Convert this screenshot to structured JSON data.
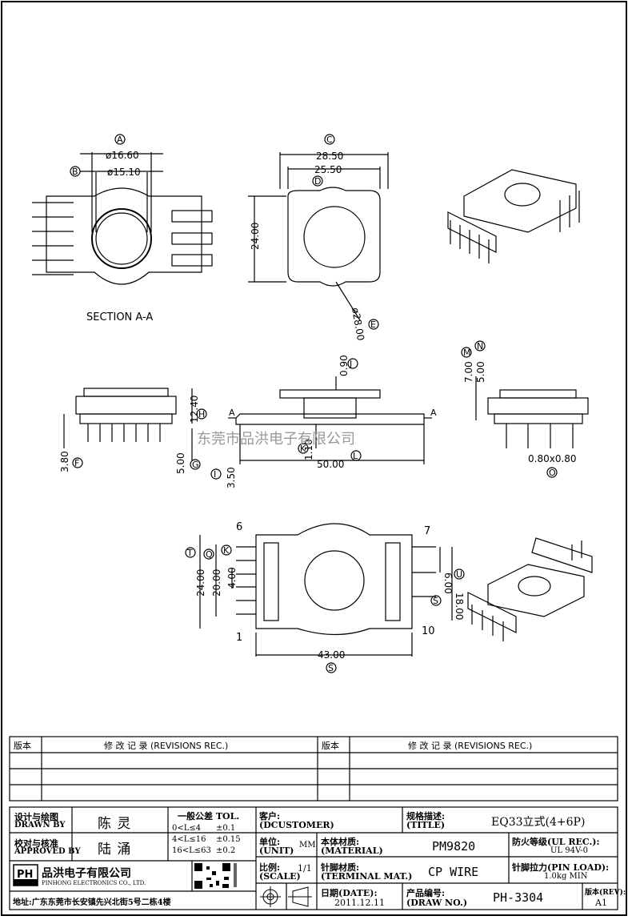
{
  "drawing": {
    "section_label": "SECTION A-A",
    "watermark": "东莞市品洪电子有限公司",
    "section_marker": "A",
    "top_view": {
      "dims": {
        "a": "ø16.60",
        "b": "ø15.10"
      },
      "callouts": {
        "a": "A",
        "b": "B"
      }
    },
    "front_view": {
      "dims": {
        "outer": "28.50",
        "inner": "25.50",
        "height": "24.00",
        "hole": "ø28.00"
      },
      "callouts": {
        "c": "C",
        "d": "D",
        "e": "E"
      }
    },
    "side_left": {
      "dims": {
        "h1": "12.40",
        "h2": "3.80",
        "h3": "5.00"
      },
      "callouts": {
        "h": "H",
        "f": "F",
        "g": "G"
      }
    },
    "side_mid": {
      "dims": {
        "top": "0.90",
        "pin": "1.10",
        "width": "50.00",
        "height": "3.50"
      },
      "callouts": {
        "j": "J",
        "k": "K",
        "l": "L",
        "i": "I"
      }
    },
    "side_right": {
      "dims": {
        "h1": "7.00",
        "h2": "5.00",
        "pin": "0.80x0.80"
      },
      "callouts": {
        "m": "M",
        "n": "N",
        "o": "O"
      }
    },
    "bottom_view": {
      "dims": {
        "w": "43.00",
        "h1": "24.00",
        "h2": "20.00",
        "h3": "4.00",
        "r1": "6.00",
        "r2": "18.00"
      },
      "pins": {
        "p6": "6",
        "p7": "7",
        "p1": "1",
        "p10": "10"
      },
      "callouts": {
        "t": "T",
        "q": "Q",
        "k": "K",
        "u": "U",
        "s": "S",
        "s2": "S"
      }
    }
  },
  "revisions": {
    "col_version": "版本",
    "col_record": "修 改 记 录 (REVISIONS REC.)"
  },
  "title_block": {
    "designer_cn": "设计与绘图",
    "designer_en": "DRAWN BY",
    "designer_name": "陈 灵",
    "checker_cn": "校对与核准",
    "checker_en": "APPROVED BY",
    "checker_name": "陆 涌",
    "tol_title": "一般公差 TOL.",
    "tol_rows": [
      {
        "range": "0<L≤4",
        "val": "±0.1"
      },
      {
        "range": "4<L≤16",
        "val": "±0.15"
      },
      {
        "range": "16<L≤63",
        "val": "±0.2"
      }
    ],
    "customer_cn": "客户:",
    "customer_en": "(DCUSTOMER)",
    "title_cn": "规格描述:",
    "title_en": "(TITLE)",
    "title_value": "EQ33立式(4+6P)",
    "unit_cn": "单位:",
    "unit_en": "(UNIT)",
    "unit_value": "MM",
    "material_cn": "本体材质:",
    "material_en": "(MATERIAL)",
    "material_value": "PM9820",
    "fire_cn": "防火等级(UL REC.):",
    "fire_value": "UL 94V-0",
    "scale_cn": "比例:",
    "scale_en": "(SCALE)",
    "scale_value": "1/1",
    "terminal_cn": "针脚材质:",
    "terminal_en": "(TERMINAL MAT.)",
    "terminal_value": "CP WIRE",
    "pinload_cn": "针脚拉力(PIN LOAD):",
    "pinload_value": "1.0kg MIN",
    "date_cn": "日期(DATE):",
    "date_value": "2011.12.11",
    "drawno_cn": "产品编号:",
    "drawno_en": "(DRAW NO.)",
    "drawno_value": "PH-3304",
    "rev_cn": "版本(REV):",
    "rev_value": "A1",
    "company_logo": "PH",
    "company_cn": "品洪电子有限公司",
    "company_en": "PINHONG ELECTRONICS CO., LTD.",
    "address": "地址:广东东莞市长安镇先兴北街5号二栋4楼"
  }
}
